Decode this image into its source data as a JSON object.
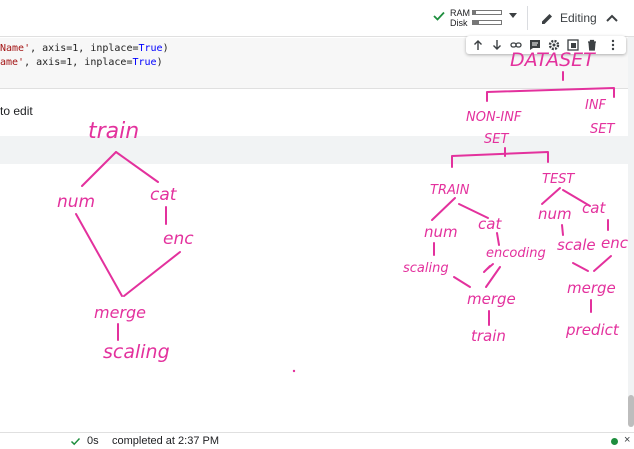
{
  "header": {
    "ram_label": "RAM",
    "disk_label": "Disk",
    "ram_usage": 0.1,
    "disk_usage": 0.2,
    "editing_label": "Editing",
    "icons": [
      "checkmark-icon",
      "chevron-down-icon",
      "pencil-icon",
      "chevron-up-icon"
    ]
  },
  "code_cell": {
    "lines": [
      {
        "str": "Name'",
        "mid": ", axis=1, inplace=",
        "kw": "True",
        "end": ")"
      },
      {
        "str": "ame'",
        "mid": ", axis=1, inplace=",
        "kw": "True",
        "end": ")"
      }
    ],
    "toolbar_icons": [
      "arrow-up-icon",
      "arrow-down-icon",
      "link-icon",
      "comment-icon",
      "settings-icon",
      "mirror-cell-icon",
      "delete-icon",
      "more-vert-icon"
    ]
  },
  "text_cell": {
    "hint": "to edit"
  },
  "sketch": {
    "left_tree": [
      "train",
      "num",
      "cat",
      "enc",
      "merge",
      "scaling"
    ],
    "right_tree": [
      "DATASET",
      "NON-INF",
      "SET",
      "INF",
      "SET",
      "TRAIN",
      "TEST",
      "num",
      "cat",
      "num",
      "cat",
      "scaling",
      "encoding",
      "scale",
      "enc",
      "merge",
      "merge",
      "train",
      "predict"
    ]
  },
  "status": {
    "duration": "0s",
    "completed": "completed at 2:37 PM",
    "close_label": "×"
  },
  "colors": {
    "ink": "#e3319d",
    "string": "#a31515",
    "keyword": "#0000ff",
    "ok_green": "#1e8e3e"
  }
}
